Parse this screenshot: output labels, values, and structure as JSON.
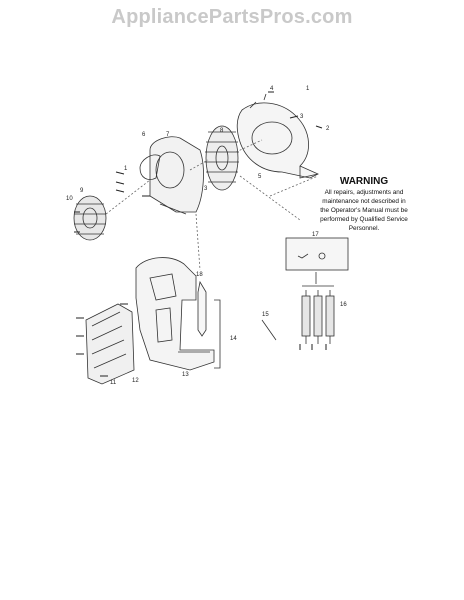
{
  "watermark": "AppliancePartsPros.com",
  "warning": {
    "title": "WARNING",
    "lines": [
      "All repairs, adjustments and",
      "maintenance not described in",
      "the Operator's Manual must be",
      "performed by Qualified Service",
      "Personnel."
    ]
  },
  "callouts": {
    "c1a": "1",
    "c1b": "1",
    "c2": "2",
    "c3a": "3",
    "c3b": "3",
    "c4": "4",
    "c5": "5",
    "c6": "6",
    "c7": "7",
    "c8": "8",
    "c9": "9",
    "c10": "10",
    "c11": "11",
    "c12": "12",
    "c13": "13",
    "c14": "14",
    "c15": "15",
    "c16": "16",
    "c17": "17",
    "c18": "18"
  }
}
